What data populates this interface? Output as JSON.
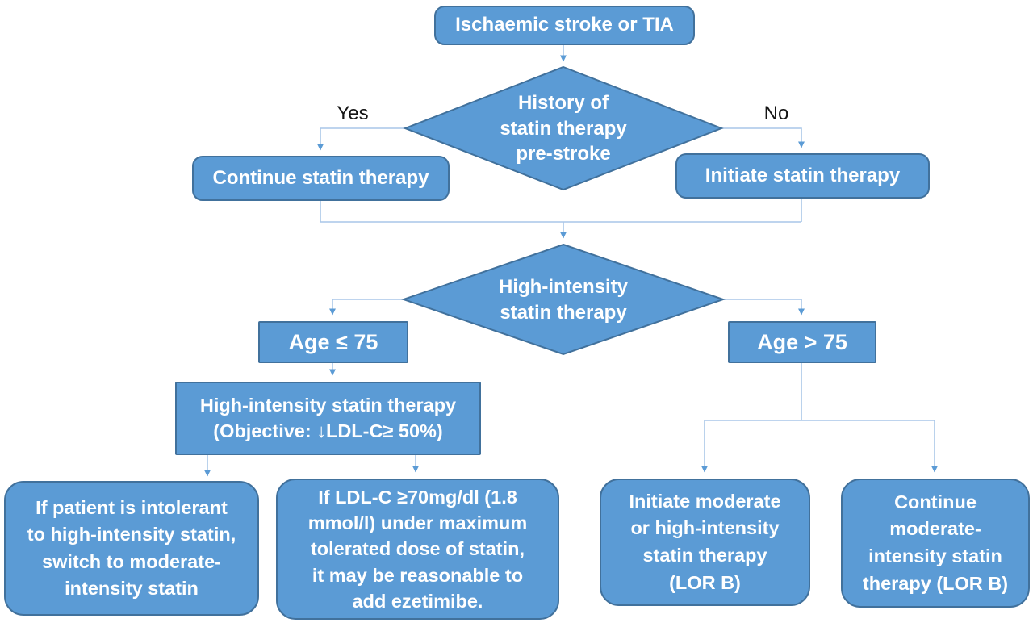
{
  "flowchart": {
    "nodes": {
      "start": {
        "label": "Ischaemic stroke or TIA"
      },
      "history_decision": {
        "line1": "History of",
        "line2": "statin therapy",
        "line3": "pre-stroke"
      },
      "continue_statin": {
        "label": "Continue statin therapy"
      },
      "initiate_statin": {
        "label": "Initiate statin therapy"
      },
      "intensity_decision": {
        "line1": "High-intensity",
        "line2": "statin therapy"
      },
      "age_le_75": {
        "label": "Age ≤ 75"
      },
      "age_gt_75": {
        "label": "Age > 75"
      },
      "high_intensity_objective": {
        "line1": "High-intensity statin therapy",
        "line2": "(Objective: ↓LDL-C≥ 50%)"
      },
      "intolerant_switch": {
        "line1": "If patient is intolerant",
        "line2": "to high-intensity statin,",
        "line3": "switch to moderate-",
        "line4": "intensity statin"
      },
      "ldl_ezetimibe": {
        "line1": "If LDL-C ≥70mg/dl (1.8",
        "line2": "mmol/l) under maximum",
        "line3": "tolerated dose of statin,",
        "line4": "it may be reasonable to",
        "line5": "add ezetimibe."
      },
      "initiate_moderate": {
        "line1": "Initiate moderate",
        "line2": "or high-intensity",
        "line3": "statin therapy",
        "line4": "(LOR B)"
      },
      "continue_moderate": {
        "line1": "Continue",
        "line2": "moderate-",
        "line3": "intensity statin",
        "line4": "therapy (LOR B)"
      }
    },
    "edge_labels": {
      "yes": "Yes",
      "no": "No"
    },
    "colors": {
      "node_fill": "#5b9bd5",
      "node_border": "#41719c",
      "connector_line": "#a9c6e8",
      "arrowhead": "#5b9bd5",
      "node_text": "#ffffff",
      "branch_label_text": "#151515",
      "background": "#ffffff"
    }
  }
}
